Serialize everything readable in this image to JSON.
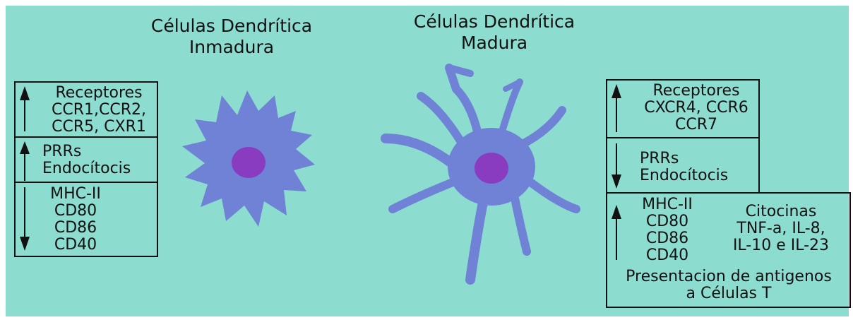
{
  "colors": {
    "background": "#8ddcd0",
    "cell_body": "#6f82d6",
    "nucleus": "#8a3cc0"
  },
  "immature": {
    "title_line1": "Células Dendrítica",
    "title_line2": "Inmadura",
    "receptors": {
      "direction": "up",
      "line1": "Receptores",
      "line2": "CCR1,CCR2,",
      "line3": "CCR5, CXR1"
    },
    "prrs": {
      "direction": "up",
      "line1": "PRRs",
      "line2": "Endocítocis"
    },
    "markers": {
      "direction": "down",
      "line1": "MHC-II",
      "line2": "CD80",
      "line3": "CD86",
      "line4": "CD40"
    }
  },
  "mature": {
    "title_line1": "Células Dendrítica",
    "title_line2": "Madura",
    "receptors": {
      "direction": "up",
      "line1": "Receptores",
      "line2": "CXCR4, CCR6",
      "line3": "CCR7"
    },
    "prrs": {
      "direction": "down",
      "line1": "PRRs",
      "line2": "Endocítocis"
    },
    "markers": {
      "direction": "up",
      "line1": "MHC-II",
      "line2": "CD80",
      "line3": "CD86",
      "line4": "CD40"
    },
    "cytokines": {
      "line1": "Citocinas",
      "line2": "TNF-a, IL-8,",
      "line3": "IL-10 e IL-23"
    },
    "presentation": {
      "line1": "Presentacion de antigenos",
      "line2": "a Células T"
    }
  }
}
